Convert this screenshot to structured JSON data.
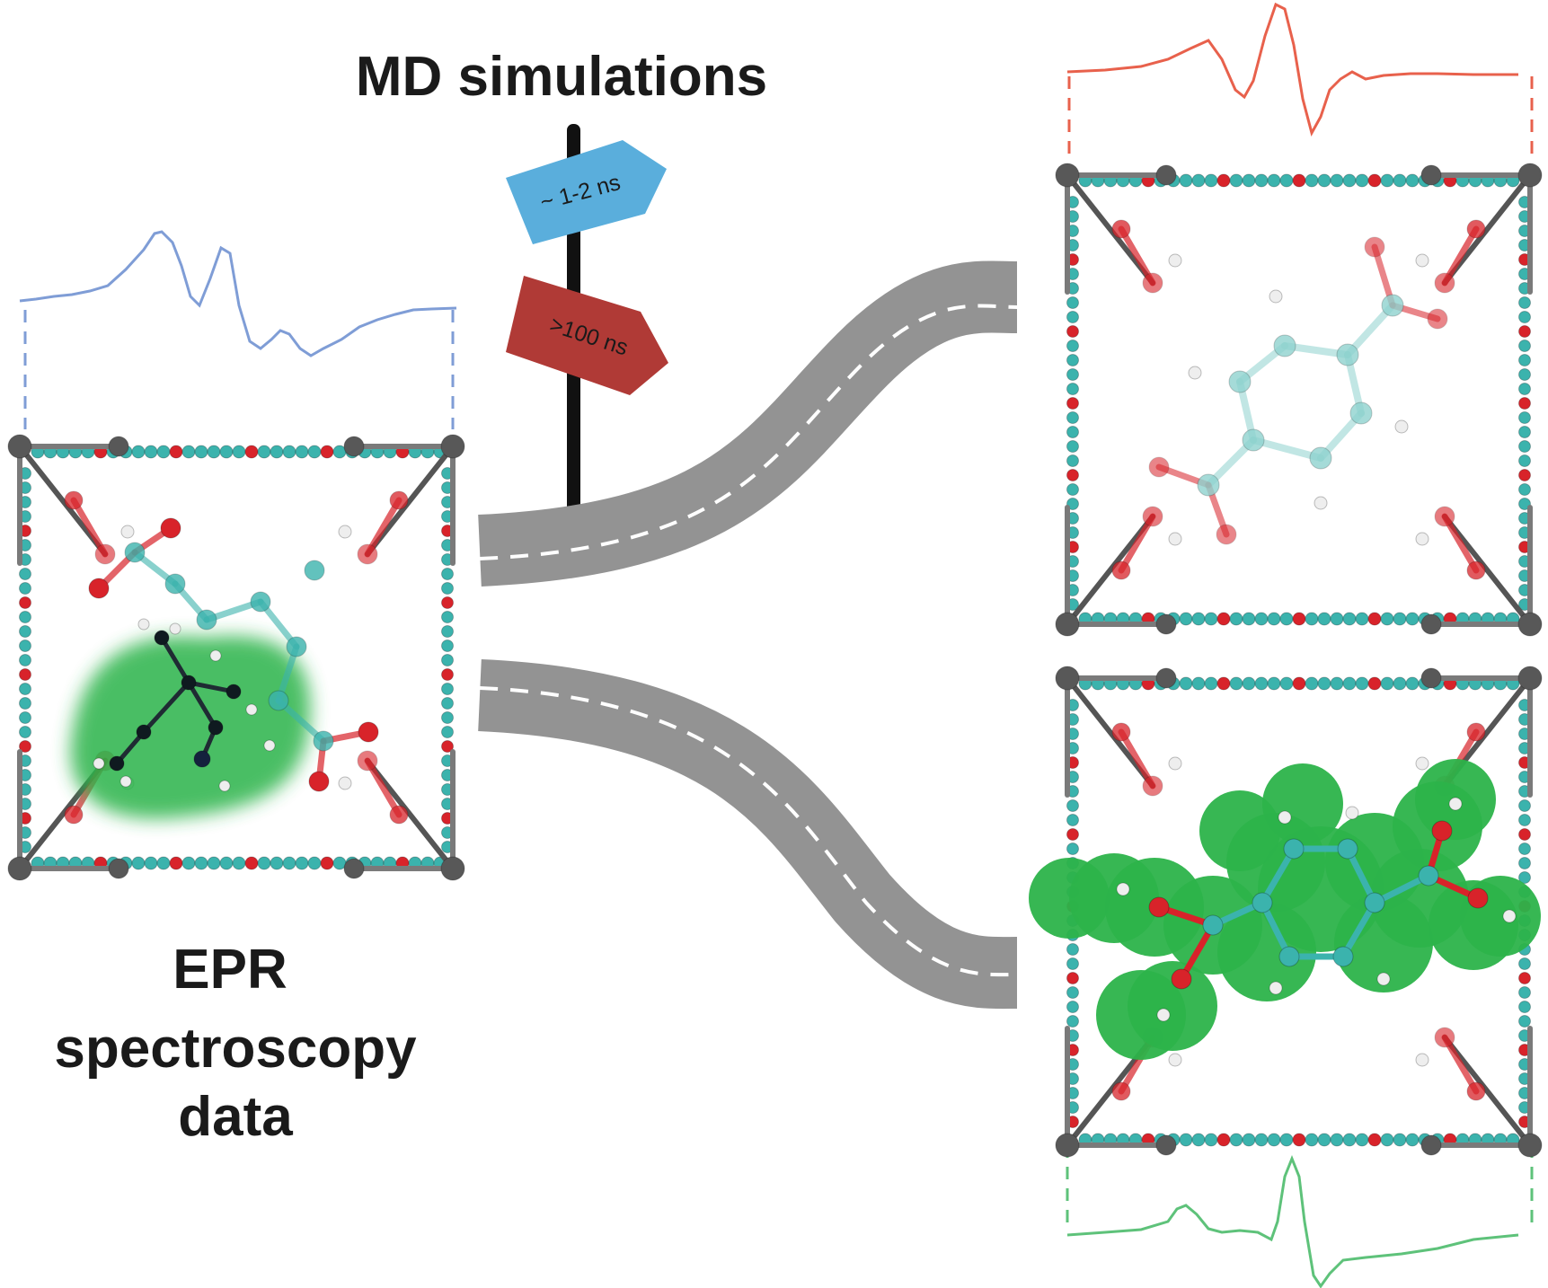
{
  "title": "MD simulations",
  "signs": [
    {
      "label": "~ 1-2 ns",
      "color": "#5aaedc"
    },
    {
      "label": ">100 ns",
      "color": "#b03a36"
    }
  ],
  "left_caption": [
    "EPR",
    "spectroscopy",
    "data"
  ],
  "colors": {
    "road": "#939393",
    "road_dash": "#ffffff",
    "signpost": "#111111",
    "spectrum_experimental": "#7f9dd6",
    "spectrum_fast": "#e8614c",
    "spectrum_slow": "#5ec27a",
    "highlight": "#2cb34a",
    "atom_carbon": "#3bb3ad",
    "atom_oxygen": "#d8232a",
    "atom_metal": "#585858",
    "atom_hydrogen": "#eeeeee"
  },
  "icons": [
    "signpost-icon",
    "road-icon",
    "mof-cage-icon",
    "molecule-icon",
    "epr-spectrum-icon"
  ]
}
